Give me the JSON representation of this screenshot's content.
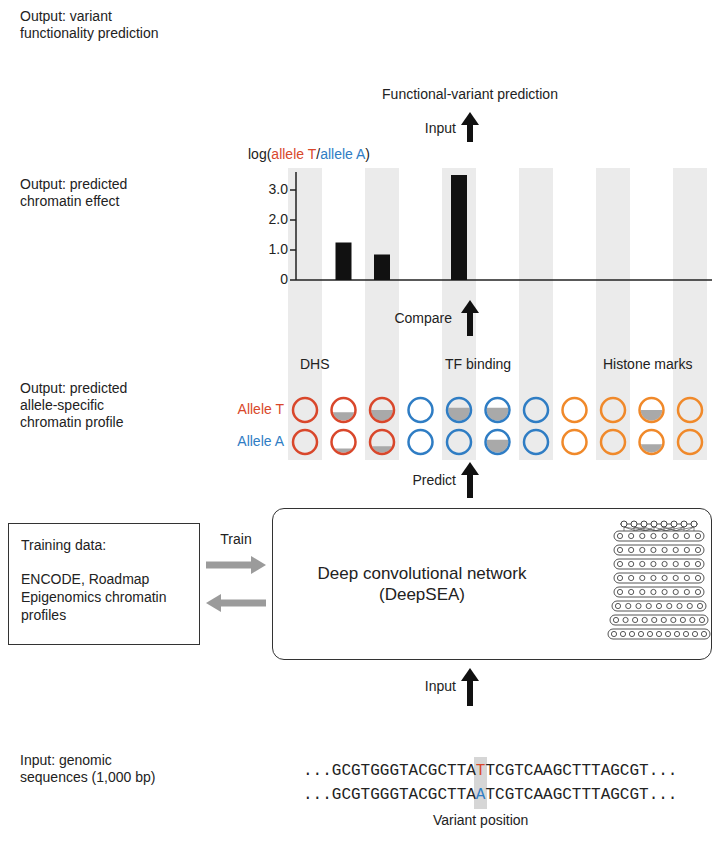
{
  "diagram": {
    "nodes": [
      {
        "text": [
          "Training data:",
          "ENCODE, Roadmap Epigenomics chromatin profiles"
        ]
      },
      {
        "text": [
          "Deep convolutional network (DeepSEA)"
        ]
      }
    ],
    "edges": [
      {
        "from": 0,
        "to": 1,
        "arrow": "to",
        "label": "Train"
      },
      {
        "from": 1,
        "to": 0,
        "arrow": "to"
      }
    ],
    "labels": [
      "Output: variant functionality prediction",
      "Functional-variant prediction",
      "Input",
      "log(allele T/allele A)",
      "3.0",
      "2.0",
      "1.0",
      "0",
      "Output: predicted chromatin effect",
      "Compare",
      "DHS",
      "TF binding",
      "Histone marks",
      "Output: predicted allele-specific chromatin profile",
      "Allele T",
      "Allele A",
      "Predict",
      "Input",
      "Input: genomic sequences (1,000 bp)",
      "...GCGTGGGTACGCTTATTCGTCAAGCTTTAGCGT...",
      "...GCGTGGGTACGCTTAATCGTCAAGCTTTAGCGT...",
      "Variant position"
    ]
  }
}
